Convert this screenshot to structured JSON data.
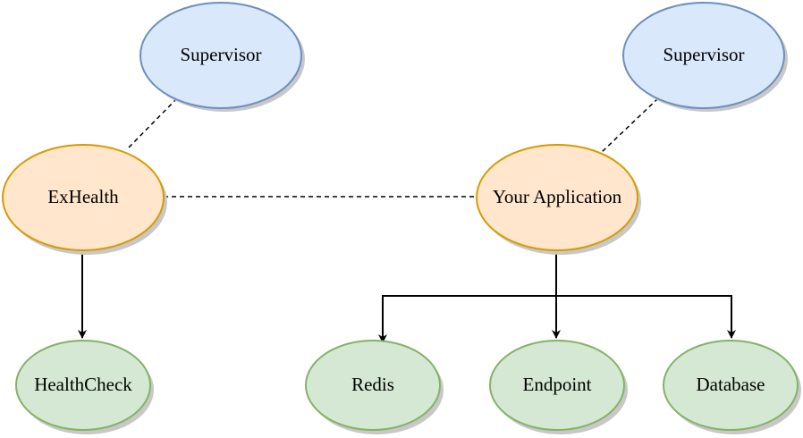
{
  "nodes": {
    "supervisor_left": {
      "label": "Supervisor",
      "kind": "supervisor"
    },
    "supervisor_right": {
      "label": "Supervisor",
      "kind": "supervisor"
    },
    "exhealth": {
      "label": "ExHealth",
      "kind": "process"
    },
    "your_application": {
      "label": "Your Application",
      "kind": "process"
    },
    "healthcheck": {
      "label": "HealthCheck",
      "kind": "dependency"
    },
    "redis": {
      "label": "Redis",
      "kind": "dependency"
    },
    "endpoint": {
      "label": "Endpoint",
      "kind": "dependency"
    },
    "database": {
      "label": "Database",
      "kind": "dependency"
    }
  },
  "edges": [
    {
      "from": "supervisor_left",
      "to": "exhealth",
      "style": "dashed"
    },
    {
      "from": "supervisor_right",
      "to": "your_application",
      "style": "dashed"
    },
    {
      "from": "exhealth",
      "to": "your_application",
      "style": "dashed"
    },
    {
      "from": "exhealth",
      "to": "healthcheck",
      "style": "arrow"
    },
    {
      "from": "your_application",
      "to": "redis",
      "style": "arrow"
    },
    {
      "from": "your_application",
      "to": "endpoint",
      "style": "arrow"
    },
    {
      "from": "your_application",
      "to": "database",
      "style": "arrow"
    }
  ],
  "colors": {
    "supervisor_fill": "#dae8fc",
    "supervisor_stroke": "#6c8ebf",
    "process_fill": "#ffe6cc",
    "process_stroke": "#d79b00",
    "dependency_fill": "#d5e8d4",
    "dependency_stroke": "#82b366",
    "shadow": "#c8c8c8",
    "line": "#000000"
  }
}
